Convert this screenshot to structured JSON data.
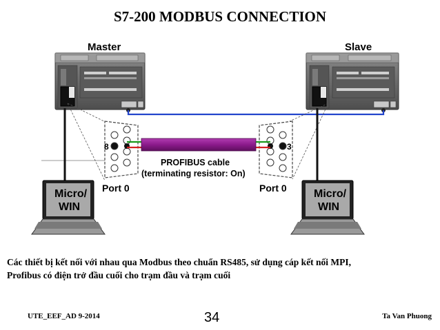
{
  "title": "S7-200 MODBUS CONNECTION",
  "diagram": {
    "master_label": "Master",
    "slave_label": "Slave",
    "cable_label_line1": "PROFIBUS cable",
    "cable_label_line2": "(terminating resistor: On)",
    "master_port": "Port 0",
    "slave_port": "Port 0",
    "pin_left": "8",
    "pin_right": "3",
    "laptop_left_line1": "Micro/",
    "laptop_left_line2": "WIN",
    "laptop_right_line1": "Micro/",
    "laptop_right_line2": "WIN",
    "colors": {
      "cable": "#8b1a8b",
      "link_line": "#2244cc",
      "green_wire": "#1a9a1a",
      "red_wire": "#d42020",
      "plc_body": "#6e6e6e"
    }
  },
  "caption": {
    "line1": "Các thiết bị kết nối với nhau qua Modbus theo chuẩn RS485, sử dụng cáp kết nối MPI,",
    "line2": "Profibus có điện trở đầu cuối cho trạm đầu và trạm cuối"
  },
  "footer": {
    "left": "UTE_EEF_AD 9-2014",
    "page": "34",
    "right": "Ta Van Phuong"
  }
}
